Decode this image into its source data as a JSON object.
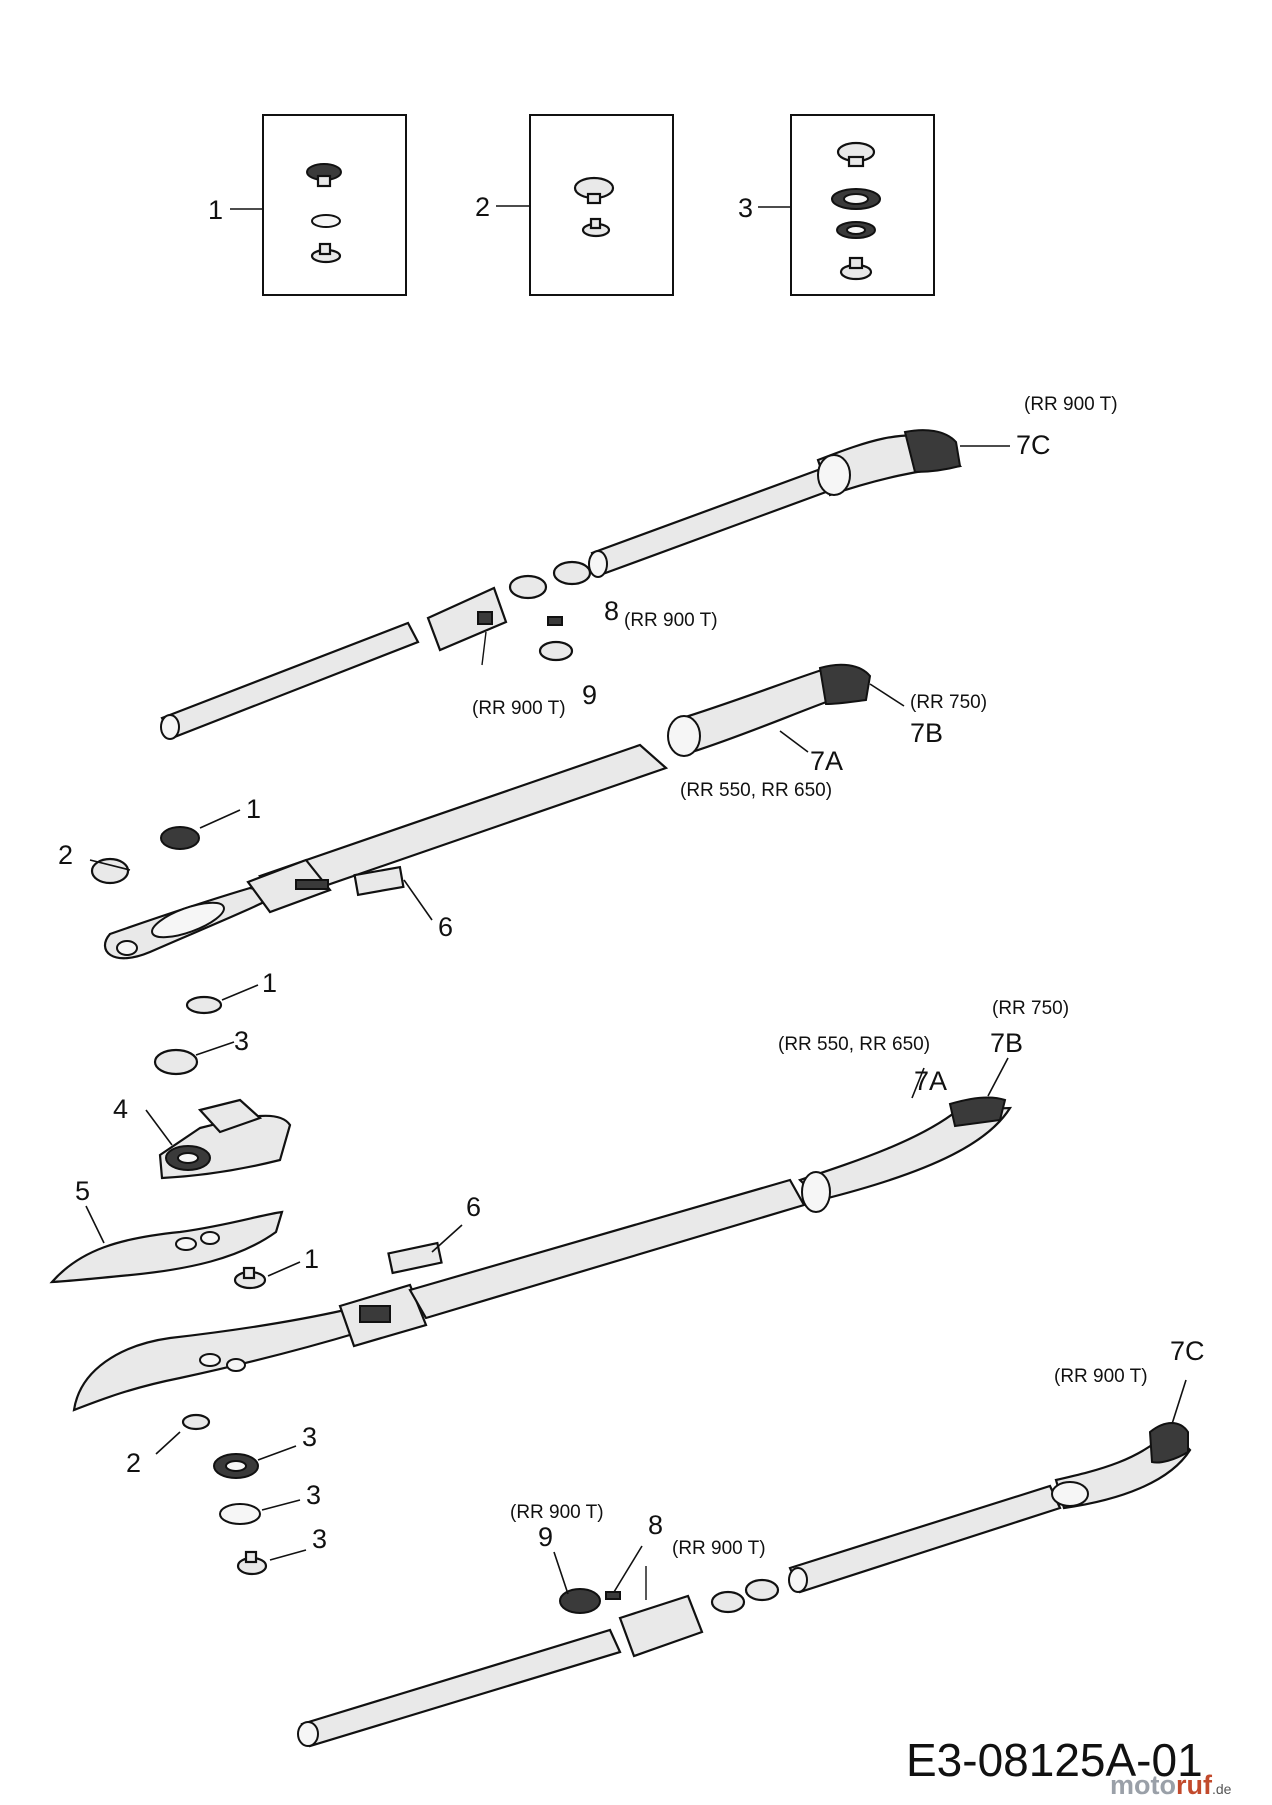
{
  "kits": [
    {
      "label": "1"
    },
    {
      "label": "2"
    },
    {
      "label": "3"
    }
  ],
  "callouts": {
    "c1a": "1",
    "c2a": "2",
    "c6a": "6",
    "c1b": "1",
    "c3a": "3",
    "c4": "4",
    "c5": "5",
    "c6b": "6",
    "c1c": "1",
    "c2b": "2",
    "c3b": "3",
    "c3c": "3",
    "c3d": "3",
    "c7c_top": "7C",
    "c8_top": "8",
    "c9_top": "9",
    "c7b_top": "7B",
    "c7a_top": "7A",
    "c7a_bot": "7A",
    "c7b_bot": "7B",
    "c7c_bot": "7C",
    "c9_bot": "9",
    "c8_bot": "8"
  },
  "models": {
    "m_7c_top": "(RR 900 T)",
    "m_8_top": "(RR 900 T)",
    "m_pin_top": "(RR 900 T)",
    "m_7b_top": "(RR 750)",
    "m_7a_top": "(RR 550, RR 650)",
    "m_7b_bot": "(RR 750)",
    "m_7a_bot": "(RR 550, RR 650)",
    "m_7c_bot": "(RR 900 T)",
    "m_9_bot": "(RR 900 T)",
    "m_8_bot": "(RR 900 T)"
  },
  "drawing_number": "E3-08125A-01",
  "watermark": {
    "part1": "moto",
    "part2": "ruf",
    "suffix": ".de"
  }
}
